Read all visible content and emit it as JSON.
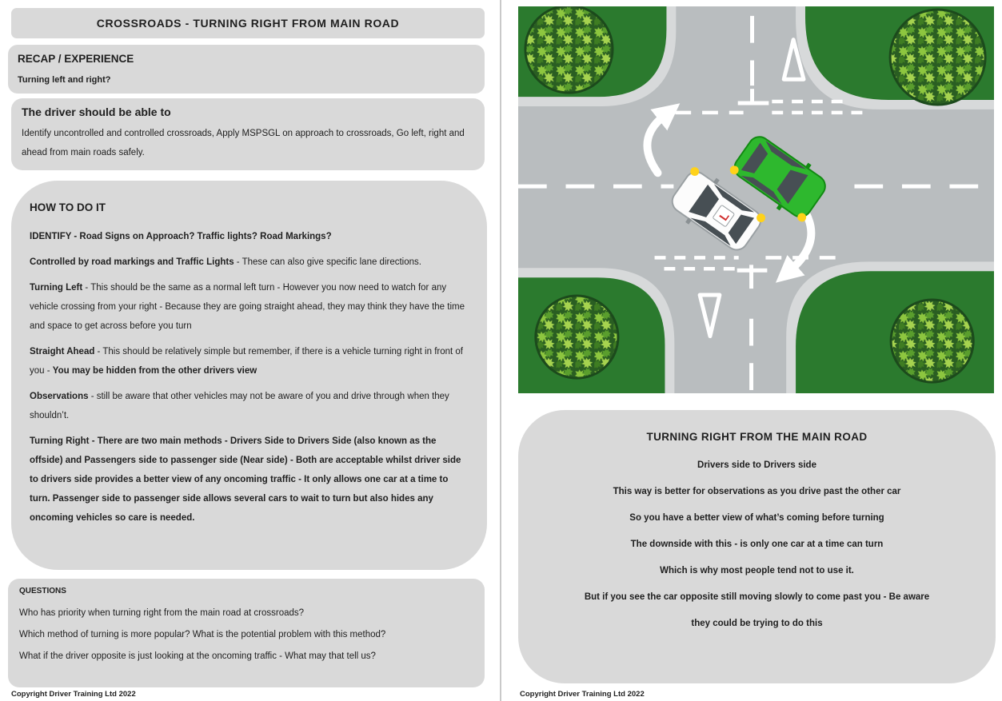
{
  "document": {
    "box_bg": "#d9d9d9",
    "divider_color": "#c9c9c9",
    "text_color": "#1f1f1f"
  },
  "left_page": {
    "title": "CROSSROADS - TURNING RIGHT FROM MAIN ROAD",
    "recap": {
      "heading": "RECAP / EXPERIENCE",
      "subheading": "Turning left and right?"
    },
    "driver_should": {
      "heading": "The driver should be able to",
      "body": "Identify uncontrolled and controlled crossroads, Apply MSPSGL on approach to crossroads, Go left, right and ahead from main roads safely."
    },
    "how_to": {
      "heading": "HOW TO DO IT",
      "paragraphs": [
        {
          "segments": [
            {
              "text": "IDENTIFY - Road Signs on Approach? Traffic lights? Road Markings?",
              "bold": true
            }
          ]
        },
        {
          "segments": [
            {
              "text": "Controlled by road markings and Traffic Lights",
              "bold": true
            },
            {
              "text": " - These can also give specific lane directions.",
              "bold": false
            }
          ]
        },
        {
          "segments": [
            {
              "text": "Turning Left",
              "bold": true
            },
            {
              "text": " - This should be the same as a normal left turn - However you now need to watch for any vehicle crossing from your right - Because they are going straight ahead, they may think they have the time and space to get across before you turn",
              "bold": false
            }
          ]
        },
        {
          "segments": [
            {
              "text": "Straight Ahead",
              "bold": true
            },
            {
              "text": " - This should be relatively simple but remember, if there is a vehicle turning right in front of you - ",
              "bold": false
            },
            {
              "text": "You may be hidden from the other drivers view",
              "bold": true
            }
          ]
        },
        {
          "segments": [
            {
              "text": "Observations",
              "bold": true
            },
            {
              "text": " - still be aware that other vehicles may not be aware of you and drive through when they shouldn’t.",
              "bold": false
            }
          ]
        },
        {
          "segments": [
            {
              "text": "Turning Right - There are two main methods - Drivers Side to Drivers Side (also known as the offside) and Passengers side to passenger side (Near side) - Both are acceptable whilst driver side to drivers side provides a better view of any oncoming traffic - It only allows one car at a time to turn. Passenger side to passenger side allows several cars to wait to turn but also hides any oncoming vehicles so care is needed.",
              "bold": true
            }
          ]
        }
      ]
    },
    "questions": {
      "heading": "QUESTIONS",
      "items": [
        "Who has priority when turning right from the main road at crossroads?",
        "Which method of turning is more popular? What is the potential problem with this method?",
        "What if the driver opposite is just looking at the oncoming traffic - What may that tell us?"
      ]
    },
    "copyright": "Copyright Driver Training Ltd 2022"
  },
  "right_page": {
    "diagram": {
      "l_plate": "L",
      "colors": {
        "road": "#b9bdbf",
        "kerb": "#d7d9da",
        "grass": "#2b7a2e",
        "tree_dark": "#1c4a1c",
        "tree_light": "#8dc63f",
        "marking": "#ffffff",
        "learner_car": "#fcfcfc",
        "green_car": "#2eb82e",
        "indicator": "#ffd21a"
      }
    },
    "panel": {
      "title": "TURNING RIGHT FROM THE MAIN ROAD",
      "lines": [
        "Drivers side to Drivers side",
        "This way is better for observations as you drive past the other car",
        "So you have a better view of what’s coming before turning",
        "The downside with this - is only one car at a time can turn",
        "Which is why most people tend not to use it.",
        "But if you see the car opposite still moving slowly to come past you - Be aware",
        "they could be trying to do this"
      ]
    },
    "copyright": "Copyright Driver Training Ltd 2022"
  }
}
